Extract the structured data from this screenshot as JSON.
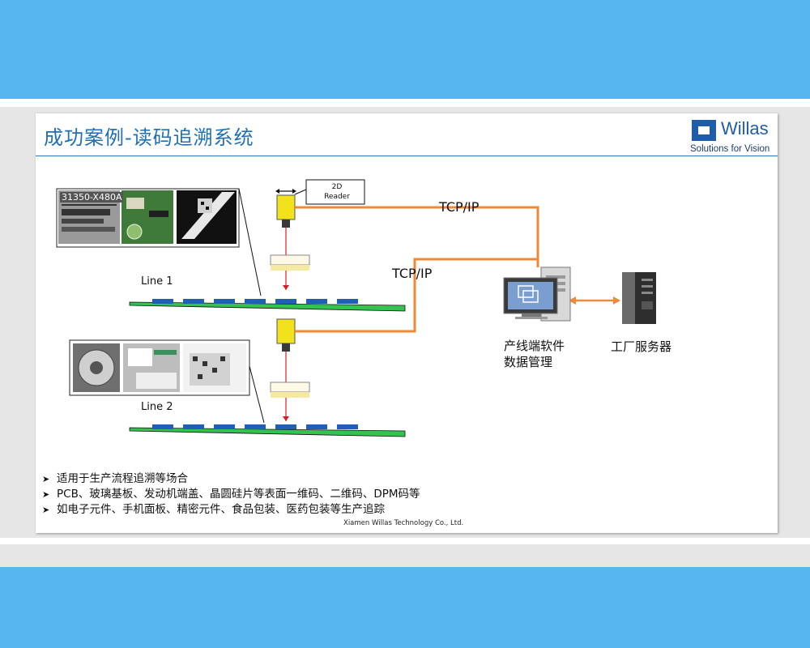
{
  "slide": {
    "title": "成功案例-读码追溯系统",
    "logo": {
      "name": "Willas",
      "tagline": "Solutions for Vision"
    }
  },
  "diagram": {
    "reader_label_line1": "2D",
    "reader_label_line2": "Reader",
    "photo1_label": "31350-X480A",
    "line1_label": "Line 1",
    "line2_label": "Line 2",
    "tcp_label_1": "TCP/IP",
    "tcp_label_2": "TCP/IP",
    "pc_label_line1": "产线端软件",
    "pc_label_line2": "数据管理",
    "server_label": "工厂服务器",
    "link_color": "#ec8a3a",
    "camera_color": "#f2e21b"
  },
  "bullets": [
    "适用于生产流程追溯等场合",
    "PCB、玻璃基板、发动机端盖、晶圆硅片等表面一维码、二维码、DPM码等",
    "如电子元件、手机面板、精密元件、食品包装、医药包装等生产追踪"
  ],
  "footer": "Xiamen Willas Technology Co., Ltd."
}
